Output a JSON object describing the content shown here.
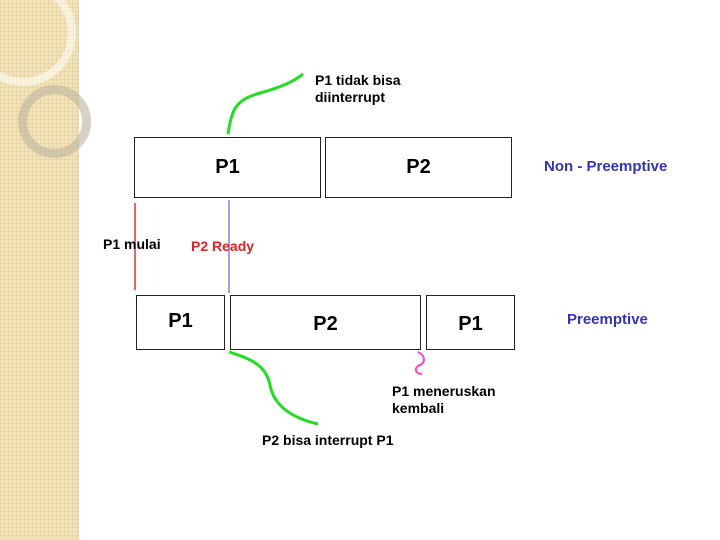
{
  "diagram": {
    "non_preemptive": {
      "label": "Non - Preemptive",
      "blocks": [
        "P1",
        "P2"
      ]
    },
    "preemptive": {
      "label": "Preemptive",
      "blocks": [
        "P1",
        "P2",
        "P1"
      ]
    },
    "annotations": {
      "p1_not_interruptible": [
        "P1 tidak bisa",
        "diinterrupt"
      ],
      "p1_start": "P1 mulai",
      "p2_ready": "P2 Ready",
      "p1_resumes": [
        "P1 meneruskan",
        "kembali"
      ],
      "p2_can_interrupt": "P2 bisa interrupt P1"
    },
    "colors": {
      "block_border": "#222222",
      "label_blue": "#3333bb",
      "ready_red": "#dd2222",
      "start_line": "#dd3333",
      "ready_line": "#8888cc",
      "curve_green": "#22dd22",
      "resume_pink": "#ff44bb",
      "sidebar": "#f3e3b8"
    }
  }
}
